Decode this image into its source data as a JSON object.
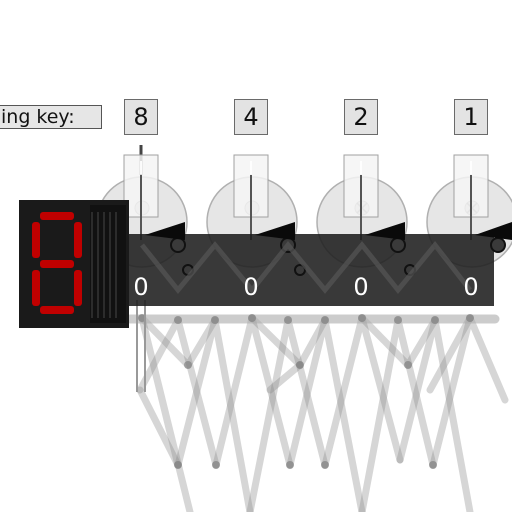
{
  "encoding_key_label": "ing key:",
  "bit_weights": [
    "8",
    "4",
    "2",
    "1"
  ],
  "bit_values": [
    "0",
    "0",
    "0",
    "0"
  ],
  "input_switch_glyphs": [
    "I",
    "I",
    "I",
    "I"
  ],
  "seven_segment": {
    "lit_color": "#c00000",
    "background": "#1a1a1a",
    "digits": [
      {
        "segments_lit": [
          "a",
          "b",
          "c",
          "d",
          "e",
          "f",
          "g"
        ]
      }
    ]
  },
  "colors": {
    "belt": "#2a2a2a",
    "rod": "#9a9a9a",
    "wheel": "#e6e6e6"
  }
}
